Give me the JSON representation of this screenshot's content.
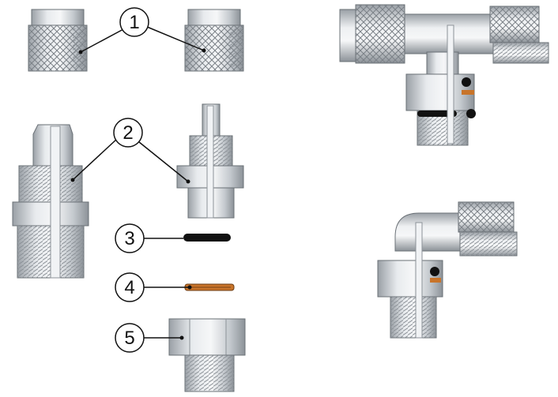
{
  "callouts": {
    "one": "1",
    "two": "2",
    "three": "3",
    "four": "4",
    "five": "5"
  },
  "colors": {
    "metal_light": "#e8ebee",
    "metal_mid": "#c4c9ce",
    "metal_dark": "#8c9298",
    "outline": "#6a7076",
    "oring": "#111111",
    "washer": "#c8742a",
    "leader": "#111111"
  },
  "icons": [
    "knurled-nut-icon",
    "fitting-body-icon",
    "o-ring-icon",
    "washer-icon",
    "hex-nut-icon",
    "tee-assembly-icon",
    "elbow-assembly-icon"
  ]
}
